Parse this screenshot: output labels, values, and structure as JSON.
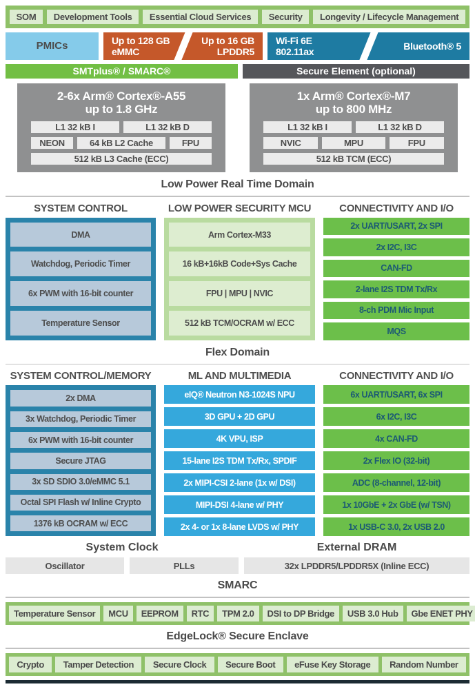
{
  "colors": {
    "banner_green": "#8fc168",
    "pill_light_green": "#dcecd1",
    "pmics_blue": "#85cbea",
    "memory_orange": "#c5582a",
    "wireless_teal": "#1e7ba2",
    "platform_green": "#72bf44",
    "secure_element_gray": "#55565a",
    "cpu_gray": "#8f9091",
    "system_control_teal": "#2a83aa",
    "system_control_cell_blue": "#b7c9da",
    "security_mcu_green": "#b9dba0",
    "io_green": "#6cbf4a",
    "ml_blue": "#35a8dc"
  },
  "top_banner": {
    "items": [
      "SOM",
      "Development Tools",
      "Essential Cloud Services",
      "Security",
      "Longevity / Lifecycle Management"
    ]
  },
  "hardware_row": {
    "pmics_label": "PMICs",
    "emmc_line1": "Up to 128 GB",
    "emmc_line2": "eMMC",
    "lpddr_line1": "Up to 16 GB",
    "lpddr_line2": "LPDDR5",
    "wifi_line1": "Wi-Fi 6E",
    "wifi_line2": "802.11ax",
    "bluetooth_label": "Bluetooth® 5"
  },
  "platform_row": {
    "smtplus_label": "SMTplus® / SMARC®",
    "secure_element_label": "Secure Element (optional)"
  },
  "cpu_a55": {
    "title_line1": "2-6x Arm® Cortex®-A55",
    "title_line2": "up to 1.8 GHz",
    "row1": [
      "L1 32 kB I",
      "L1 32 kB D"
    ],
    "row2": [
      "NEON",
      "64 kB L2 Cache",
      "FPU"
    ],
    "row3": [
      "512 kB L3 Cache (ECC)"
    ]
  },
  "cpu_m7": {
    "title_line1": "1x Arm® Cortex®-M7",
    "title_line2": "up to 800 MHz",
    "row1": [
      "L1 32 kB I",
      "L1 32 kB D"
    ],
    "row2": [
      "NVIC",
      "MPU",
      "FPU"
    ],
    "row3": [
      "512 kB TCM (ECC)"
    ]
  },
  "low_power_domain": {
    "heading": "Low Power Real Time Domain",
    "system_control": {
      "header": "SYSTEM CONTROL",
      "items": [
        "DMA",
        "Watchdog, Periodic Timer",
        "6x PWM with 16-bit counter",
        "Temperature Sensor"
      ]
    },
    "security_mcu": {
      "header": "LOW POWER SECURITY MCU",
      "items": [
        "Arm Cortex-M33",
        "16 kB+16kB Code+Sys Cache",
        "FPU | MPU | NVIC",
        "512 kB TCM/OCRAM w/ ECC"
      ]
    },
    "connectivity": {
      "header": "CONNECTIVITY AND I/O",
      "items": [
        "2x UART/USART, 2x SPI",
        "2x I2C, I3C",
        "CAN-FD",
        "2-lane I2S TDM Tx/Rx",
        "8-ch PDM Mic Input",
        "MQS"
      ]
    }
  },
  "flex_domain": {
    "heading": "Flex Domain",
    "system_control_memory": {
      "header": "SYSTEM CONTROL/MEMORY",
      "items": [
        "2x DMA",
        "3x Watchdog, Periodic Timer",
        "6x PWM with 16-bit counter",
        "Secure JTAG",
        "3x SD SDIO 3.0/eMMC 5.1",
        "Octal SPI Flash w/ Inline Crypto",
        "1376 kB OCRAM w/ ECC"
      ]
    },
    "ml_multimedia": {
      "header": "ML AND MULTIMEDIA",
      "items": [
        "eIQ® Neutron N3-1024S NPU",
        "3D GPU + 2D GPU",
        "4K VPU, ISP",
        "15-lane I2S TDM Tx/Rx, SPDIF",
        "2x MIPI-CSI 2-lane (1x w/ DSI)",
        "MIPI-DSI 4-lane w/ PHY",
        "2x 4- or 1x 8-lane LVDS w/ PHY"
      ]
    },
    "connectivity": {
      "header": "CONNECTIVITY AND I/O",
      "items": [
        "6x UART/USART, 6x SPI",
        "6x I2C, I3C",
        "4x CAN-FD",
        "2x Flex IO (32-bit)",
        "ADC (8-channel, 12-bit)",
        "1x 10GbE + 2x GbE (w/ TSN)",
        "1x USB-C 3.0, 2x USB 2.0"
      ]
    }
  },
  "clock_dram": {
    "system_clock_heading": "System Clock",
    "external_dram_heading": "External DRAM",
    "oscillator_label": "Oscillator",
    "plls_label": "PLLs",
    "dram_label": "32x LPDDR5/LPDDR5X (Inline ECC)"
  },
  "smarc": {
    "heading": "SMARC",
    "items": [
      "Temperature Sensor",
      "MCU",
      "EEPROM",
      "RTC",
      "TPM 2.0",
      "DSI to DP Bridge",
      "USB 3.0 Hub",
      "Gbe ENET PHY"
    ]
  },
  "edgelock": {
    "heading": "EdgeLock® Secure Enclave",
    "items": [
      "Crypto",
      "Tamper Detection",
      "Secure Clock",
      "Secure Boot",
      "eFuse Key Storage",
      "Random Number"
    ]
  }
}
